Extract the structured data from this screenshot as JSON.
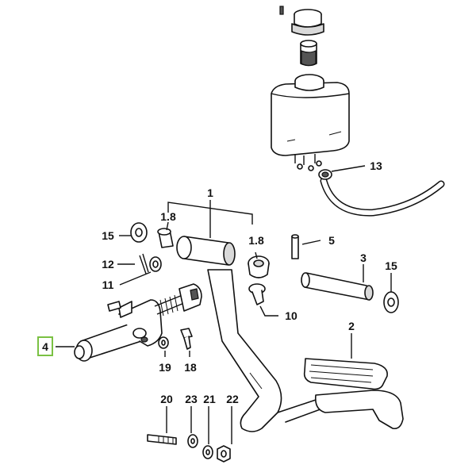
{
  "diagram": {
    "callouts": {
      "c1": "1",
      "c1_8_left": "1.8",
      "c1_8_right": "1.8",
      "c2": "2",
      "c3": "3",
      "c4": "4",
      "c5": "5",
      "c10": "10",
      "c11": "11",
      "c12": "12",
      "c13": "13",
      "c15_left": "15",
      "c15_right": "15",
      "c18": "18",
      "c19": "19",
      "c20": "20",
      "c21": "21",
      "c22": "22",
      "c23": "23"
    },
    "selected_callout": "4",
    "highlight_color": "#7ac143"
  }
}
